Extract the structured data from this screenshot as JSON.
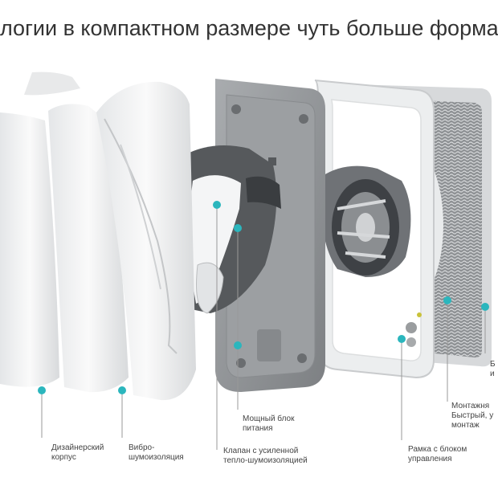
{
  "headline": "логии в компактном размере чуть больше форма",
  "accent_color": "#2bb6bd",
  "callouts": [
    {
      "id": "design-housing",
      "lines": [
        "Дизайнерский",
        "корпус"
      ]
    },
    {
      "id": "vibro-isolation",
      "lines": [
        "Вибро-",
        "шумоизоляция"
      ]
    },
    {
      "id": "valve",
      "lines": [
        "Клапан с усиленной",
        "тепло-шумоизоляцией"
      ]
    },
    {
      "id": "power-unit",
      "lines": [
        "Мощный блок",
        "питания"
      ]
    },
    {
      "id": "control-frame",
      "lines": [
        "Рамка с блоком",
        "управления"
      ]
    },
    {
      "id": "mounting",
      "lines": [
        "Монтажня",
        "Быстрый, у",
        "монтаж"
      ]
    },
    {
      "id": "filter-cut",
      "lines": [
        "Б",
        "и"
      ]
    }
  ]
}
